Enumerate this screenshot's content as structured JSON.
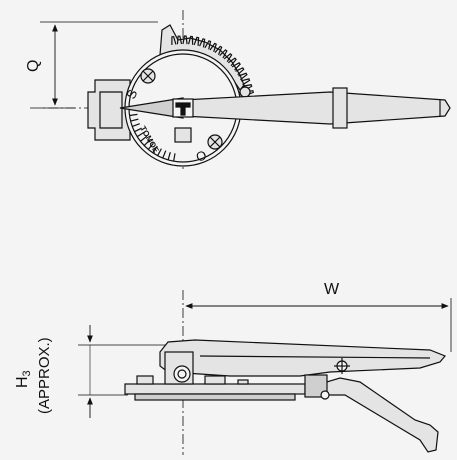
{
  "drawing": {
    "dimensions": {
      "q_label": "Q",
      "w_label": "W",
      "h3_label": "H",
      "h3_subscript": "3",
      "approx_label": "(APPROX.)"
    },
    "dial": {
      "s_mark": "S",
      "o_mark": "O",
      "brand_text": "TOMOE"
    }
  },
  "colors": {
    "background": "#f4f4f4",
    "line": "#111111",
    "fill": "#e4e4e4",
    "dark_fill": "#cfcfcf"
  }
}
